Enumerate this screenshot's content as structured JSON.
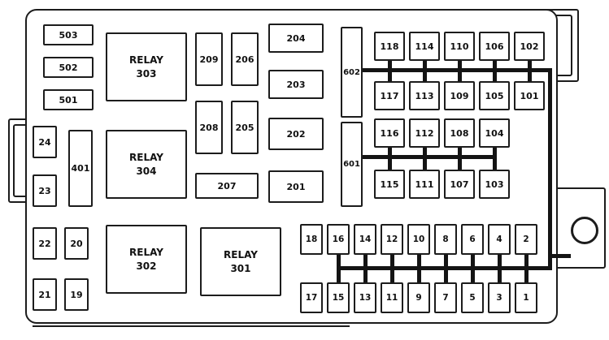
{
  "fusebox": {
    "relays": {
      "r303": {
        "name": "RELAY",
        "number": "303"
      },
      "r304": {
        "name": "RELAY",
        "number": "304"
      },
      "r302": {
        "name": "RELAY",
        "number": "302"
      },
      "r301": {
        "name": "RELAY",
        "number": "301"
      }
    },
    "left_fuses": {
      "f503": "503",
      "f502": "502",
      "f501": "501",
      "f24": "24",
      "f23": "23",
      "f22": "22",
      "f21": "21",
      "f20": "20",
      "f19": "19",
      "f401": "401"
    },
    "center_fuses": {
      "f209": "209",
      "f206": "206",
      "f208": "208",
      "f205": "205",
      "f207": "207",
      "f204": "204",
      "f203": "203",
      "f202": "202",
      "f201": "201"
    },
    "bus_modules": {
      "f602": "602",
      "f601": "601"
    },
    "top_grid": {
      "row1": [
        "118",
        "114",
        "110",
        "106",
        "102"
      ],
      "row2": [
        "117",
        "113",
        "109",
        "105",
        "101"
      ],
      "row3": [
        "116",
        "112",
        "108",
        "104"
      ],
      "row4": [
        "115",
        "111",
        "107",
        "103"
      ]
    },
    "bottom_grid": {
      "row1": [
        "18",
        "16",
        "14",
        "12",
        "10",
        "8",
        "6",
        "4",
        "2"
      ],
      "row2": [
        "17",
        "15",
        "13",
        "11",
        "9",
        "7",
        "5",
        "3",
        "1"
      ]
    },
    "colors": {
      "line": "#1c1c1c",
      "background": "#ffffff"
    }
  }
}
